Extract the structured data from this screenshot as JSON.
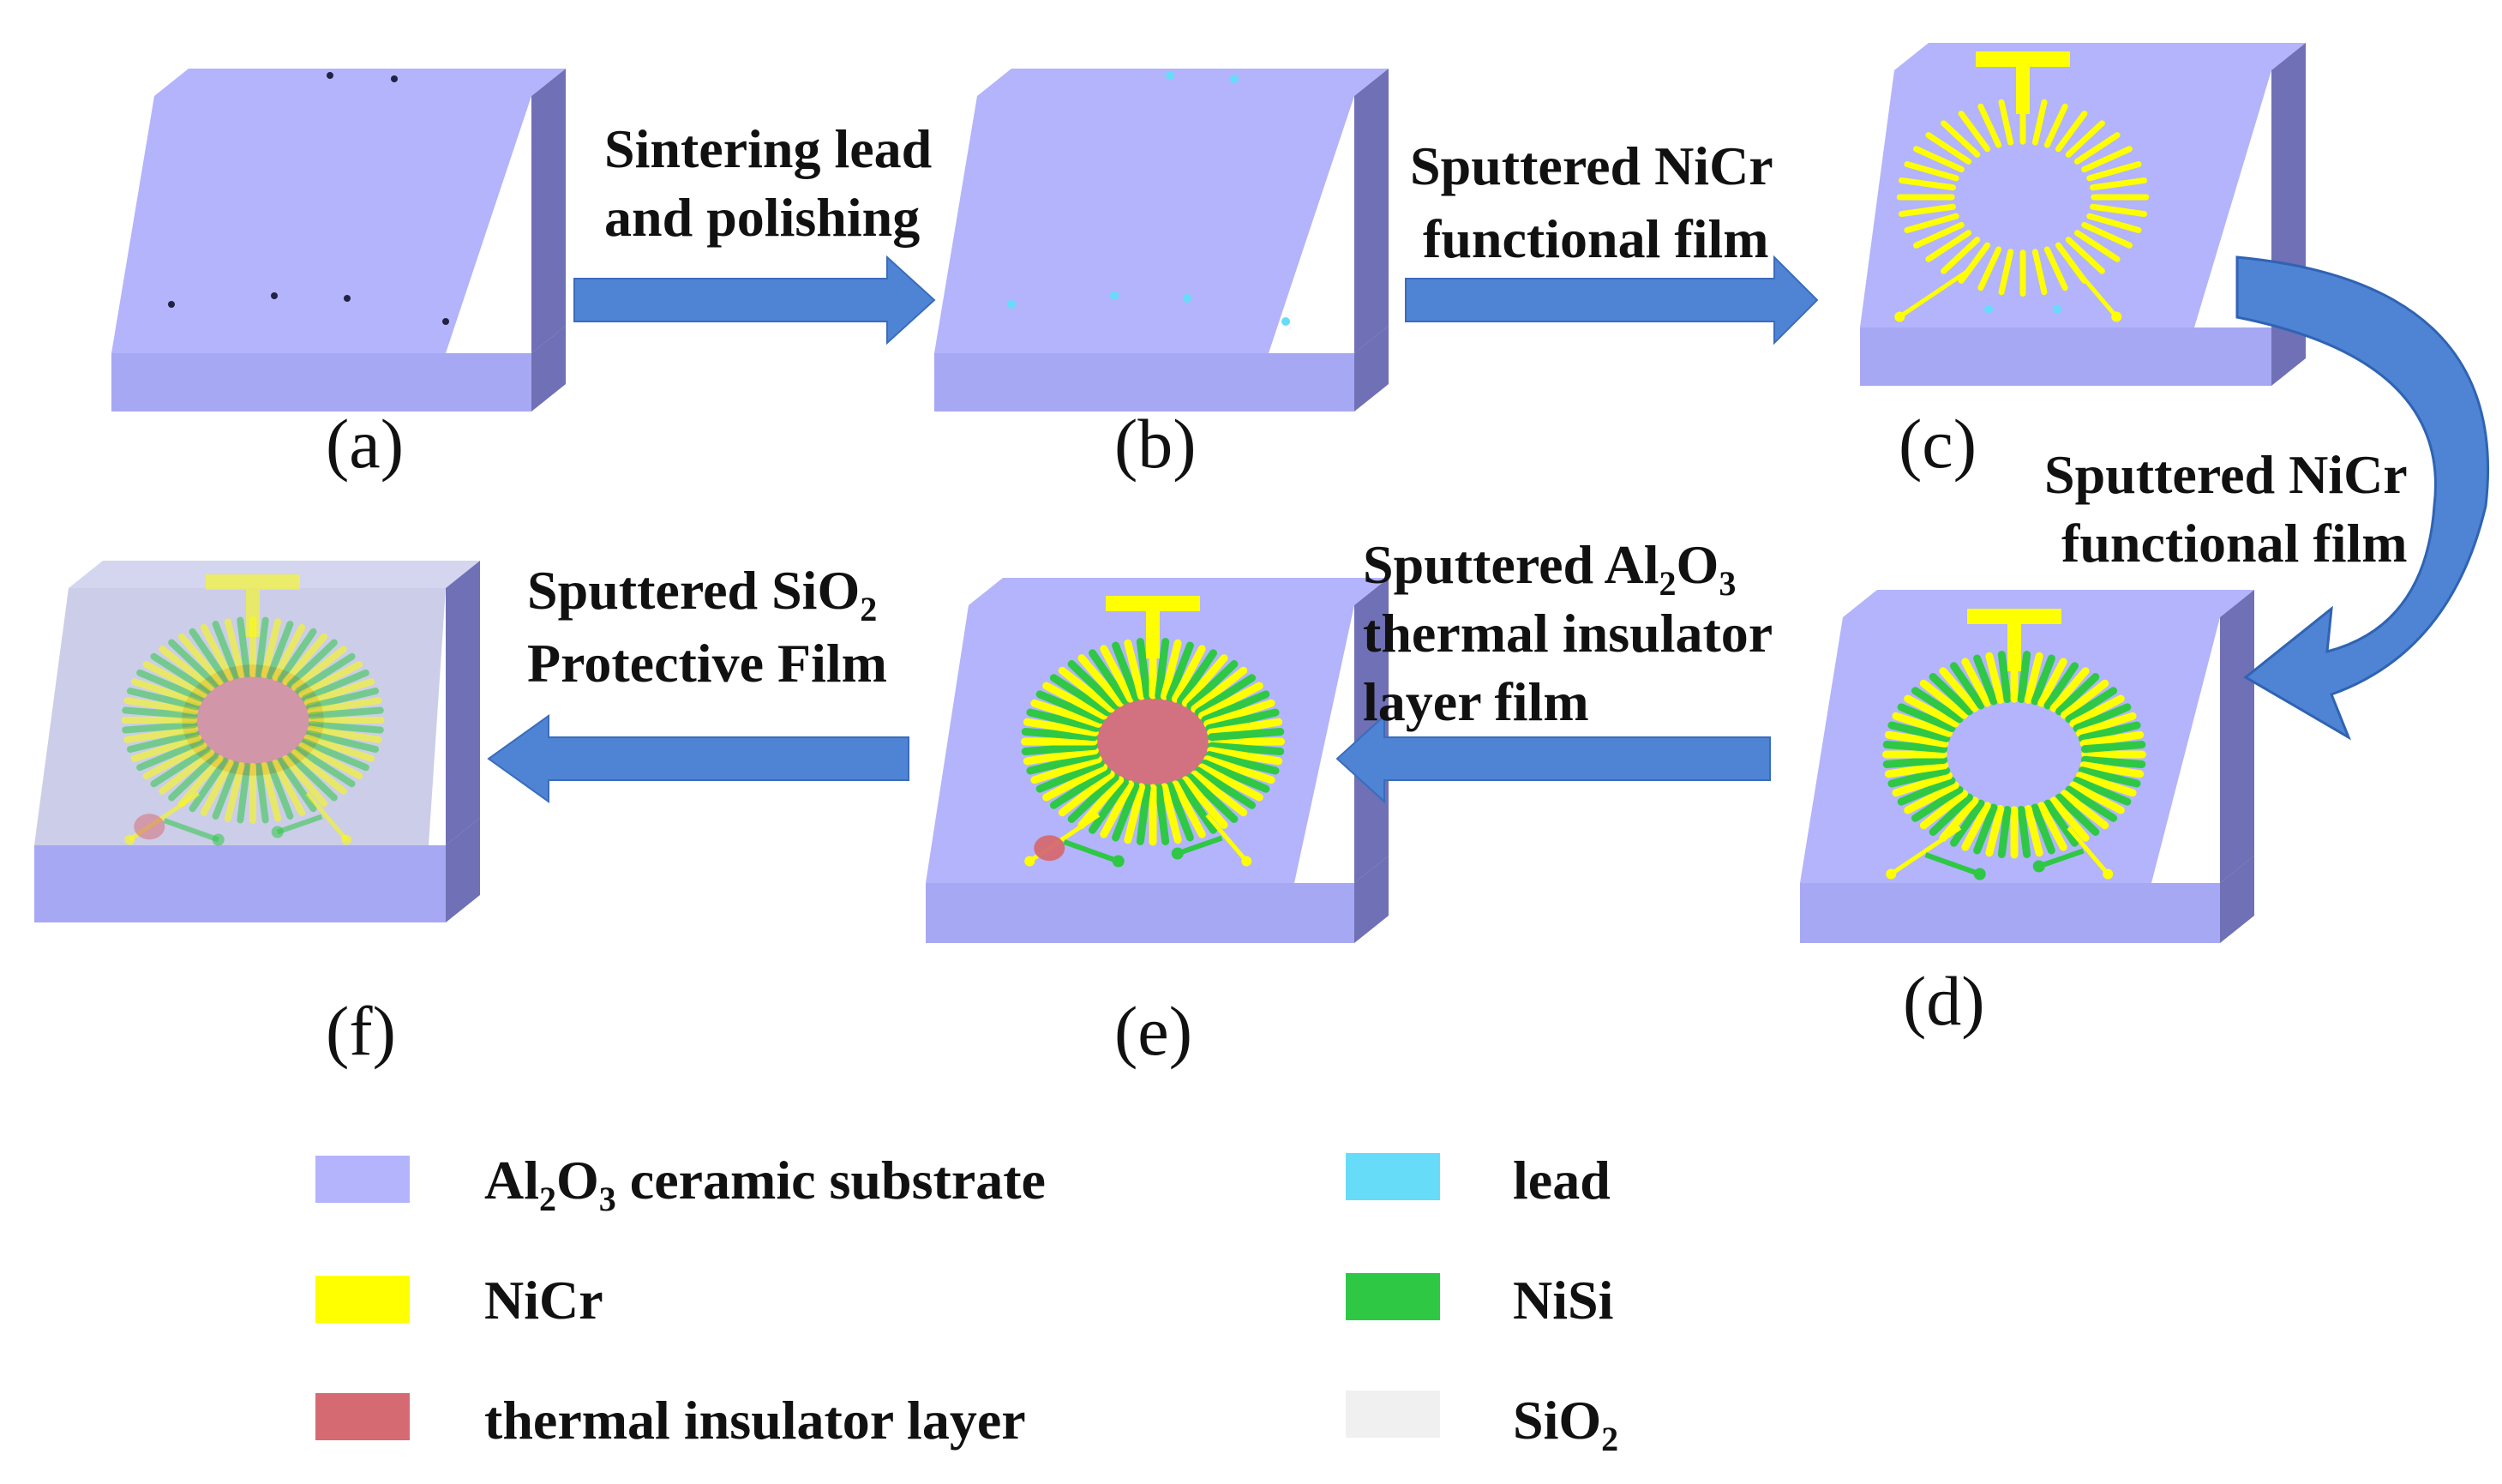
{
  "colors": {
    "substrate_top": "#b3b4fb",
    "substrate_front": "#a7a8f3",
    "substrate_side": "#6f70b5",
    "arrow": "#4f84d4",
    "arrow_dark": "#2f63b3",
    "lead": "#66dcf8",
    "nicr": "#ffff00",
    "nisi": "#2ec845",
    "insulator": "#d56a72",
    "sio2": "#f0f0f0"
  },
  "panels": {
    "a": "(a)",
    "b": "(b)",
    "c": "(c)",
    "d": "(d)",
    "e": "(e)",
    "f": "(f)"
  },
  "steps": {
    "s1": {
      "line1": "Sintering lead",
      "line2": "and polishing"
    },
    "s2": {
      "line1": "Sputtered NiCr",
      "line2": "functional film"
    },
    "s3": {
      "line1": "Sputtered NiCr",
      "line2": "functional film"
    },
    "s4": {
      "line1_pre": "Sputtered Al",
      "sub1": "2",
      "line1_mid": "O",
      "sub2": "3",
      "line2": "thermal insulator",
      "line3": "layer film"
    },
    "s5": {
      "line1_pre": "Sputtered SiO",
      "sub1": "2",
      "line2": "Protective Film"
    }
  },
  "legend": {
    "substrate": {
      "pre": "Al",
      "sub1": "2",
      "mid": "O",
      "sub2": "3",
      "post": " ceramic substrate"
    },
    "lead": "lead",
    "nicr": "NiCr",
    "nisi": "NiSi",
    "insulator": "thermal insulator layer",
    "sio2": {
      "pre": "SiO",
      "sub": "2"
    }
  }
}
